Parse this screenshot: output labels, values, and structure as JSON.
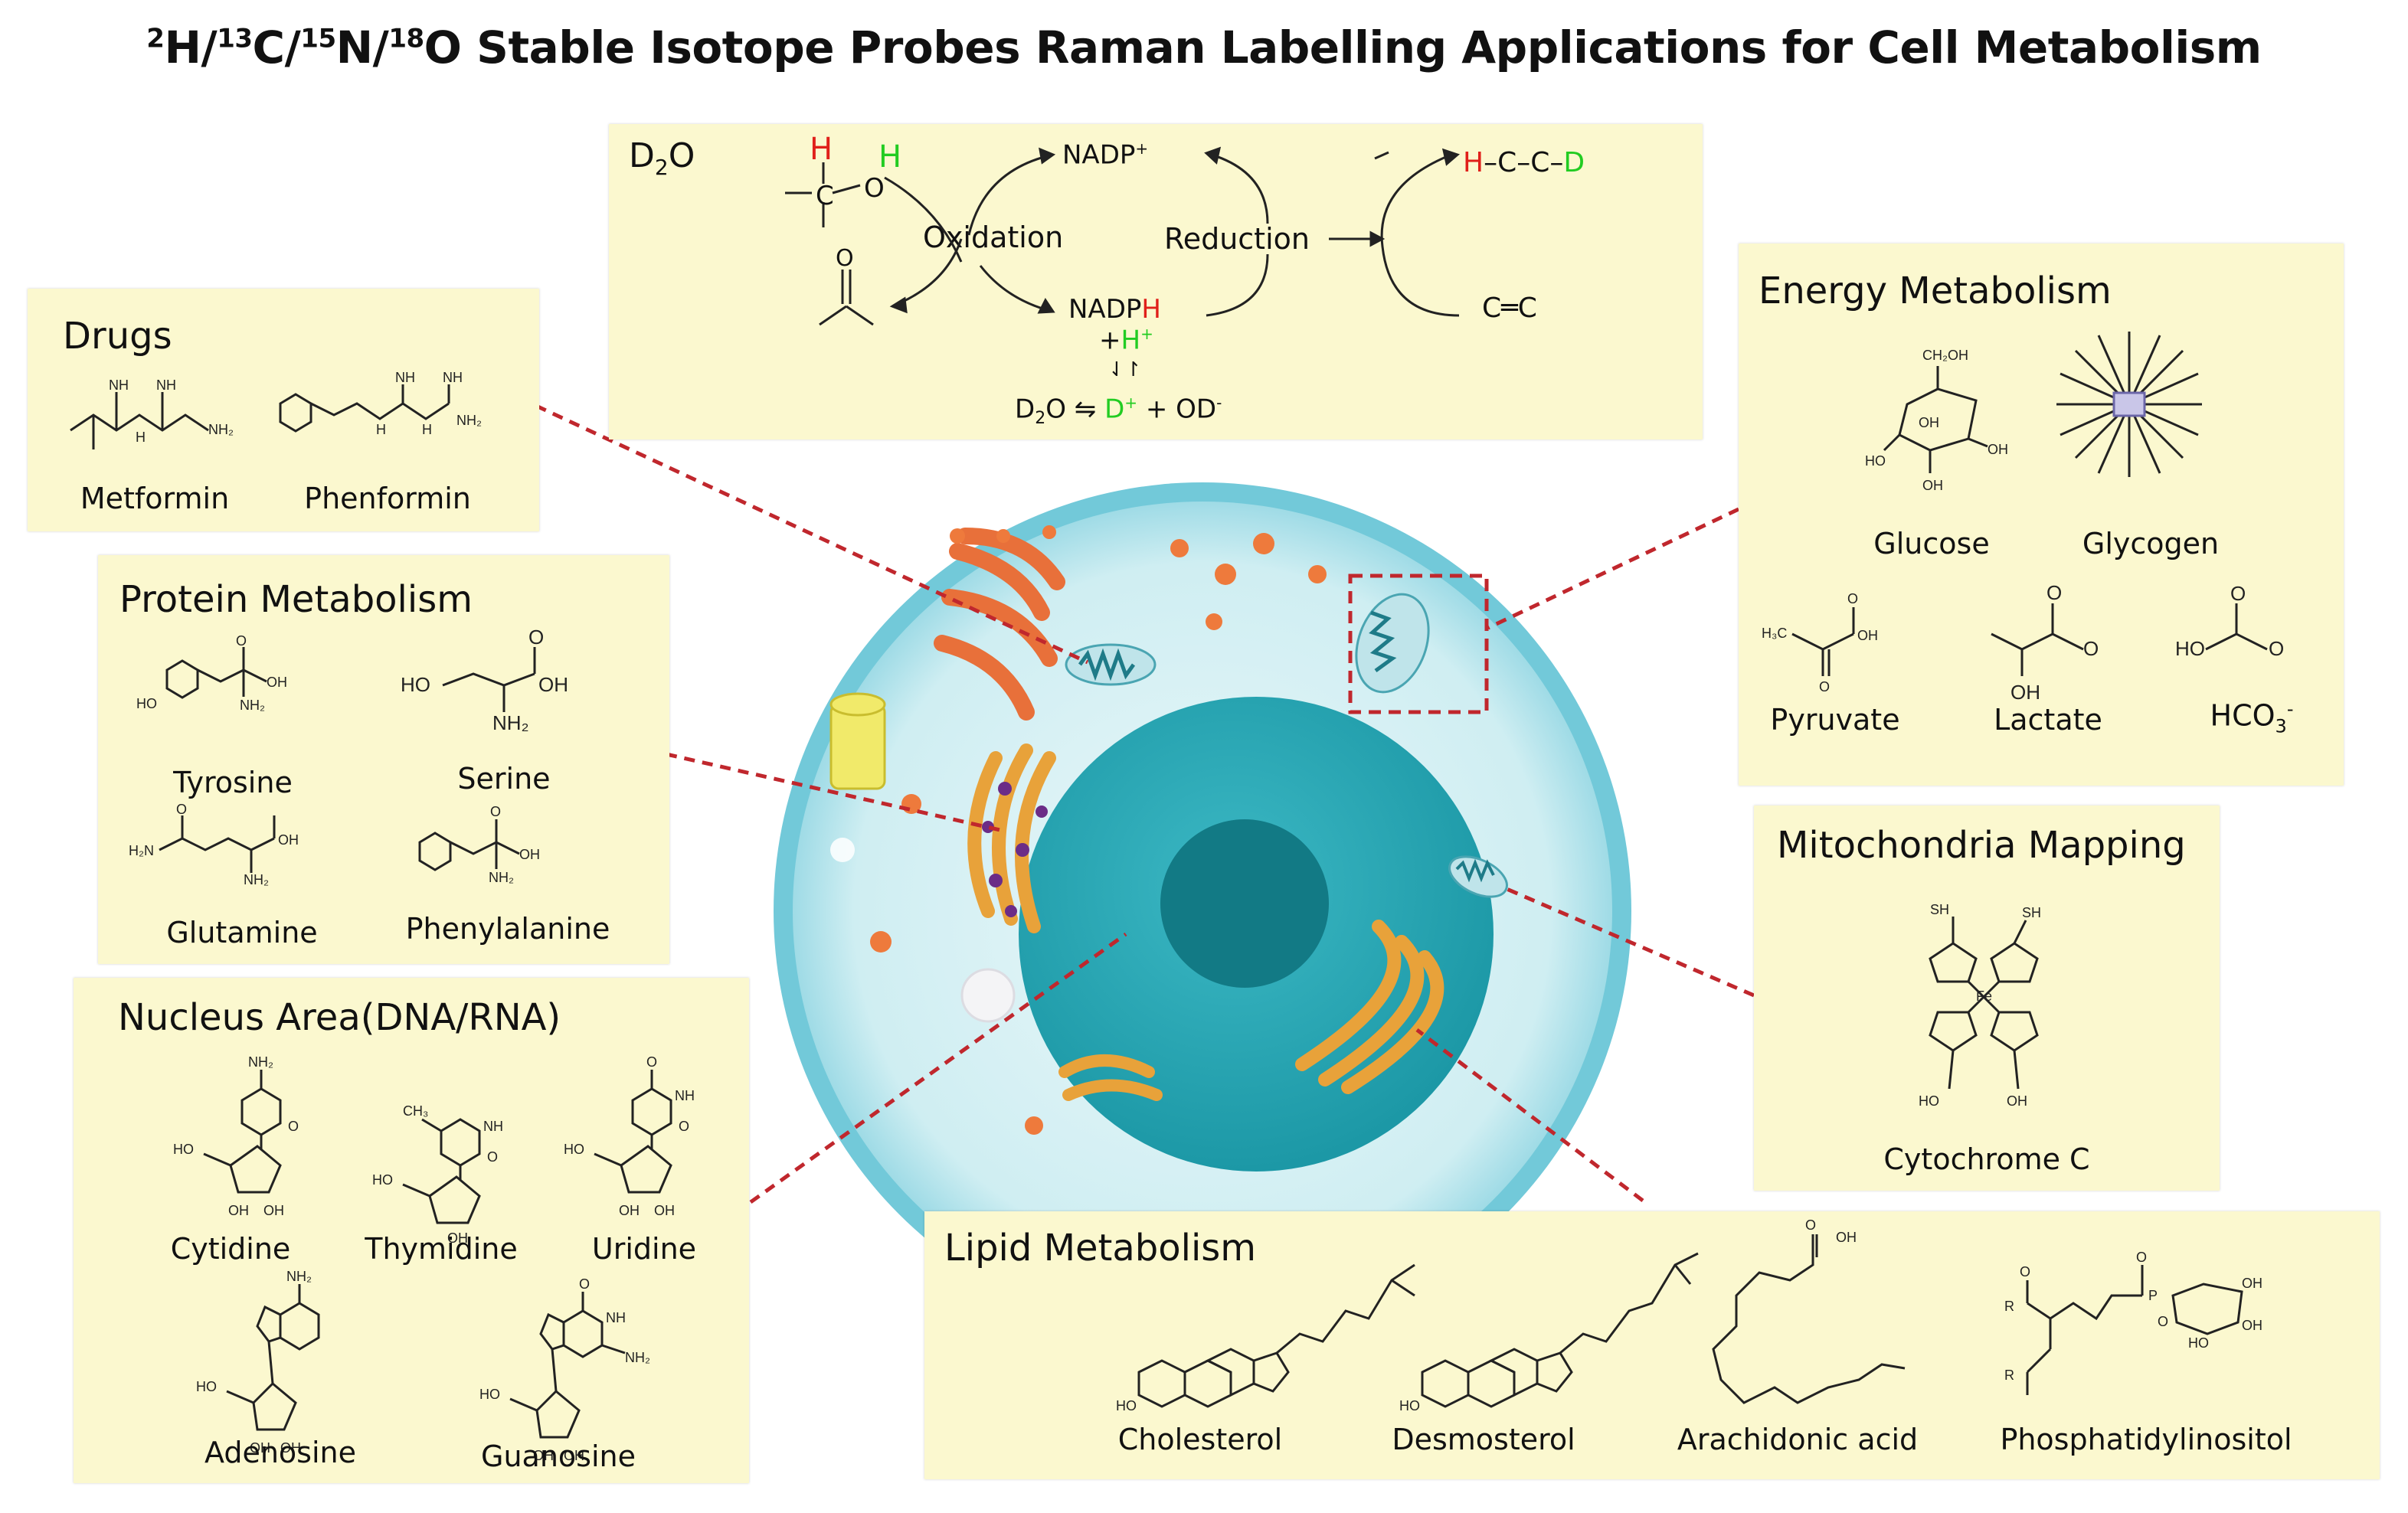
{
  "title": {
    "iso1": "2",
    "el1": "H/",
    "iso2": "13",
    "el2": "C/",
    "iso3": "15",
    "el3": "N/",
    "iso4": "18",
    "rest": "O Stable Isotope Probes Raman Labelling Applications for Cell Metabolism"
  },
  "d2o": {
    "title_base": "D",
    "title_sub": "2",
    "title_end": "O",
    "h_red": "H",
    "h_green": "H",
    "nadp_plus": "NADP",
    "nadp_plus_sup": "+",
    "oxidation": "Oxidation",
    "reduction": "Reduction",
    "nadph_base": "NADP",
    "nadph_h": "H",
    "plus_h": "+",
    "plus_h_green": "H",
    "plus_h_sup": "+",
    "equil": "⇃↾",
    "eq_d2o_base": "D",
    "eq_d2o_sub": "2",
    "eq_d2o_end": "O ⇋ ",
    "eq_d": "D",
    "eq_d_sup": "+",
    "eq_od": " + OD",
    "eq_od_sup": "-",
    "chain_h": "H",
    "chain_mid": "–C–C–",
    "chain_d": "D",
    "alkene": "C═C"
  },
  "drugs": {
    "title": "Drugs",
    "items": [
      "Metformin",
      "Phenformin"
    ]
  },
  "protein": {
    "title": "Protein Metabolism",
    "items": [
      "Tyrosine",
      "Serine",
      "Glutamine",
      "Phenylalanine"
    ]
  },
  "nucleus": {
    "title": "Nucleus Area(DNA/RNA)",
    "items": [
      "Cytidine",
      "Thymidine",
      "Uridine",
      "Adenosine",
      "Guanosine"
    ]
  },
  "energy": {
    "title": "Energy Metabolism",
    "items": [
      "Glucose",
      "Glycogen",
      "Pyruvate",
      "Lactate"
    ],
    "hco3_base": "HCO",
    "hco3_sub": "3",
    "hco3_sup": "-"
  },
  "mito": {
    "title": "Mitochondria Mapping",
    "items": [
      "Cytochrome C"
    ]
  },
  "lipid": {
    "title": "Lipid Metabolism",
    "items": [
      "Cholesterol",
      "Desmosterol",
      "Arachidonic acid",
      "Phosphatidylinositol"
    ]
  },
  "colors": {
    "panel_bg": "#fbf8cf",
    "link": "#c0272d",
    "red_label": "#e0201a",
    "green_label": "#22cc22",
    "cell_membrane": "#6cc6d8",
    "cytoplasm": "#d8f0f3",
    "nucleus": "#2fa7b4",
    "nucleolus": "#127a85",
    "organelle_orange": "#e8703a",
    "golgi": "#e6a733"
  }
}
